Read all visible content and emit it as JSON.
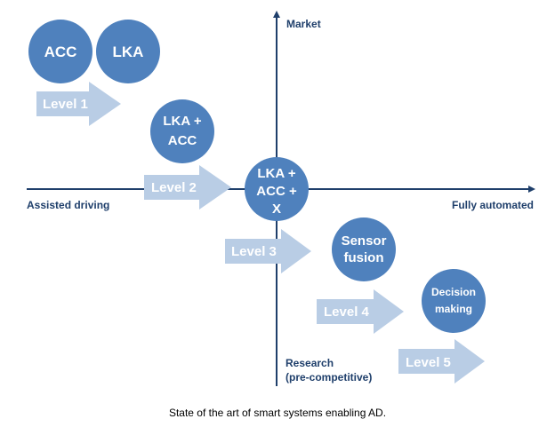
{
  "axes": {
    "top": "Market",
    "left": "Assisted driving",
    "right": "Fully automated",
    "bottom_line1": "Research",
    "bottom_line2": "(pre-competitive)"
  },
  "nodes": [
    {
      "id": "acc",
      "lines": [
        "ACC"
      ]
    },
    {
      "id": "lka",
      "lines": [
        "LKA"
      ]
    },
    {
      "id": "lka-acc",
      "lines": [
        "LKA +",
        "ACC"
      ]
    },
    {
      "id": "lka-acc-x",
      "lines": [
        "LKA +",
        "ACC +",
        "X"
      ]
    },
    {
      "id": "sensor-fusion",
      "lines": [
        "Sensor",
        "fusion"
      ]
    },
    {
      "id": "decision-making",
      "lines": [
        "Decision",
        "making"
      ]
    }
  ],
  "levels": [
    "Level 1",
    "Level 2",
    "Level 3",
    "Level 4",
    "Level 5"
  ],
  "caption": "State of the art of smart systems enabling AD.",
  "colors": {
    "axis": "#1f3f6b",
    "circle": "#4f81bd",
    "arrow": "#b9cde5"
  }
}
